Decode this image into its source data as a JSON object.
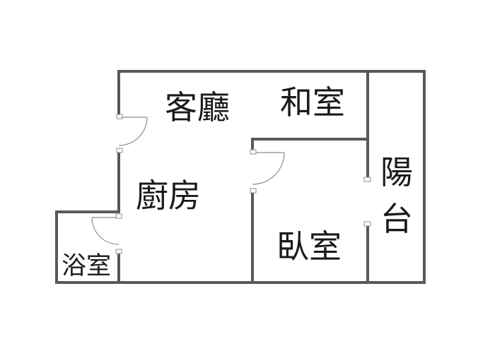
{
  "rooms": {
    "living": "客廳",
    "washitsu": "和室",
    "kitchen": "廚房",
    "bedroom": "臥室",
    "bathroom": "浴室",
    "balcony_1": "陽",
    "balcony_2": "台"
  },
  "colors": {
    "wall": "#595959",
    "door": "#8c8c8c",
    "text": "#1a1a1a",
    "background": "#ffffff"
  }
}
